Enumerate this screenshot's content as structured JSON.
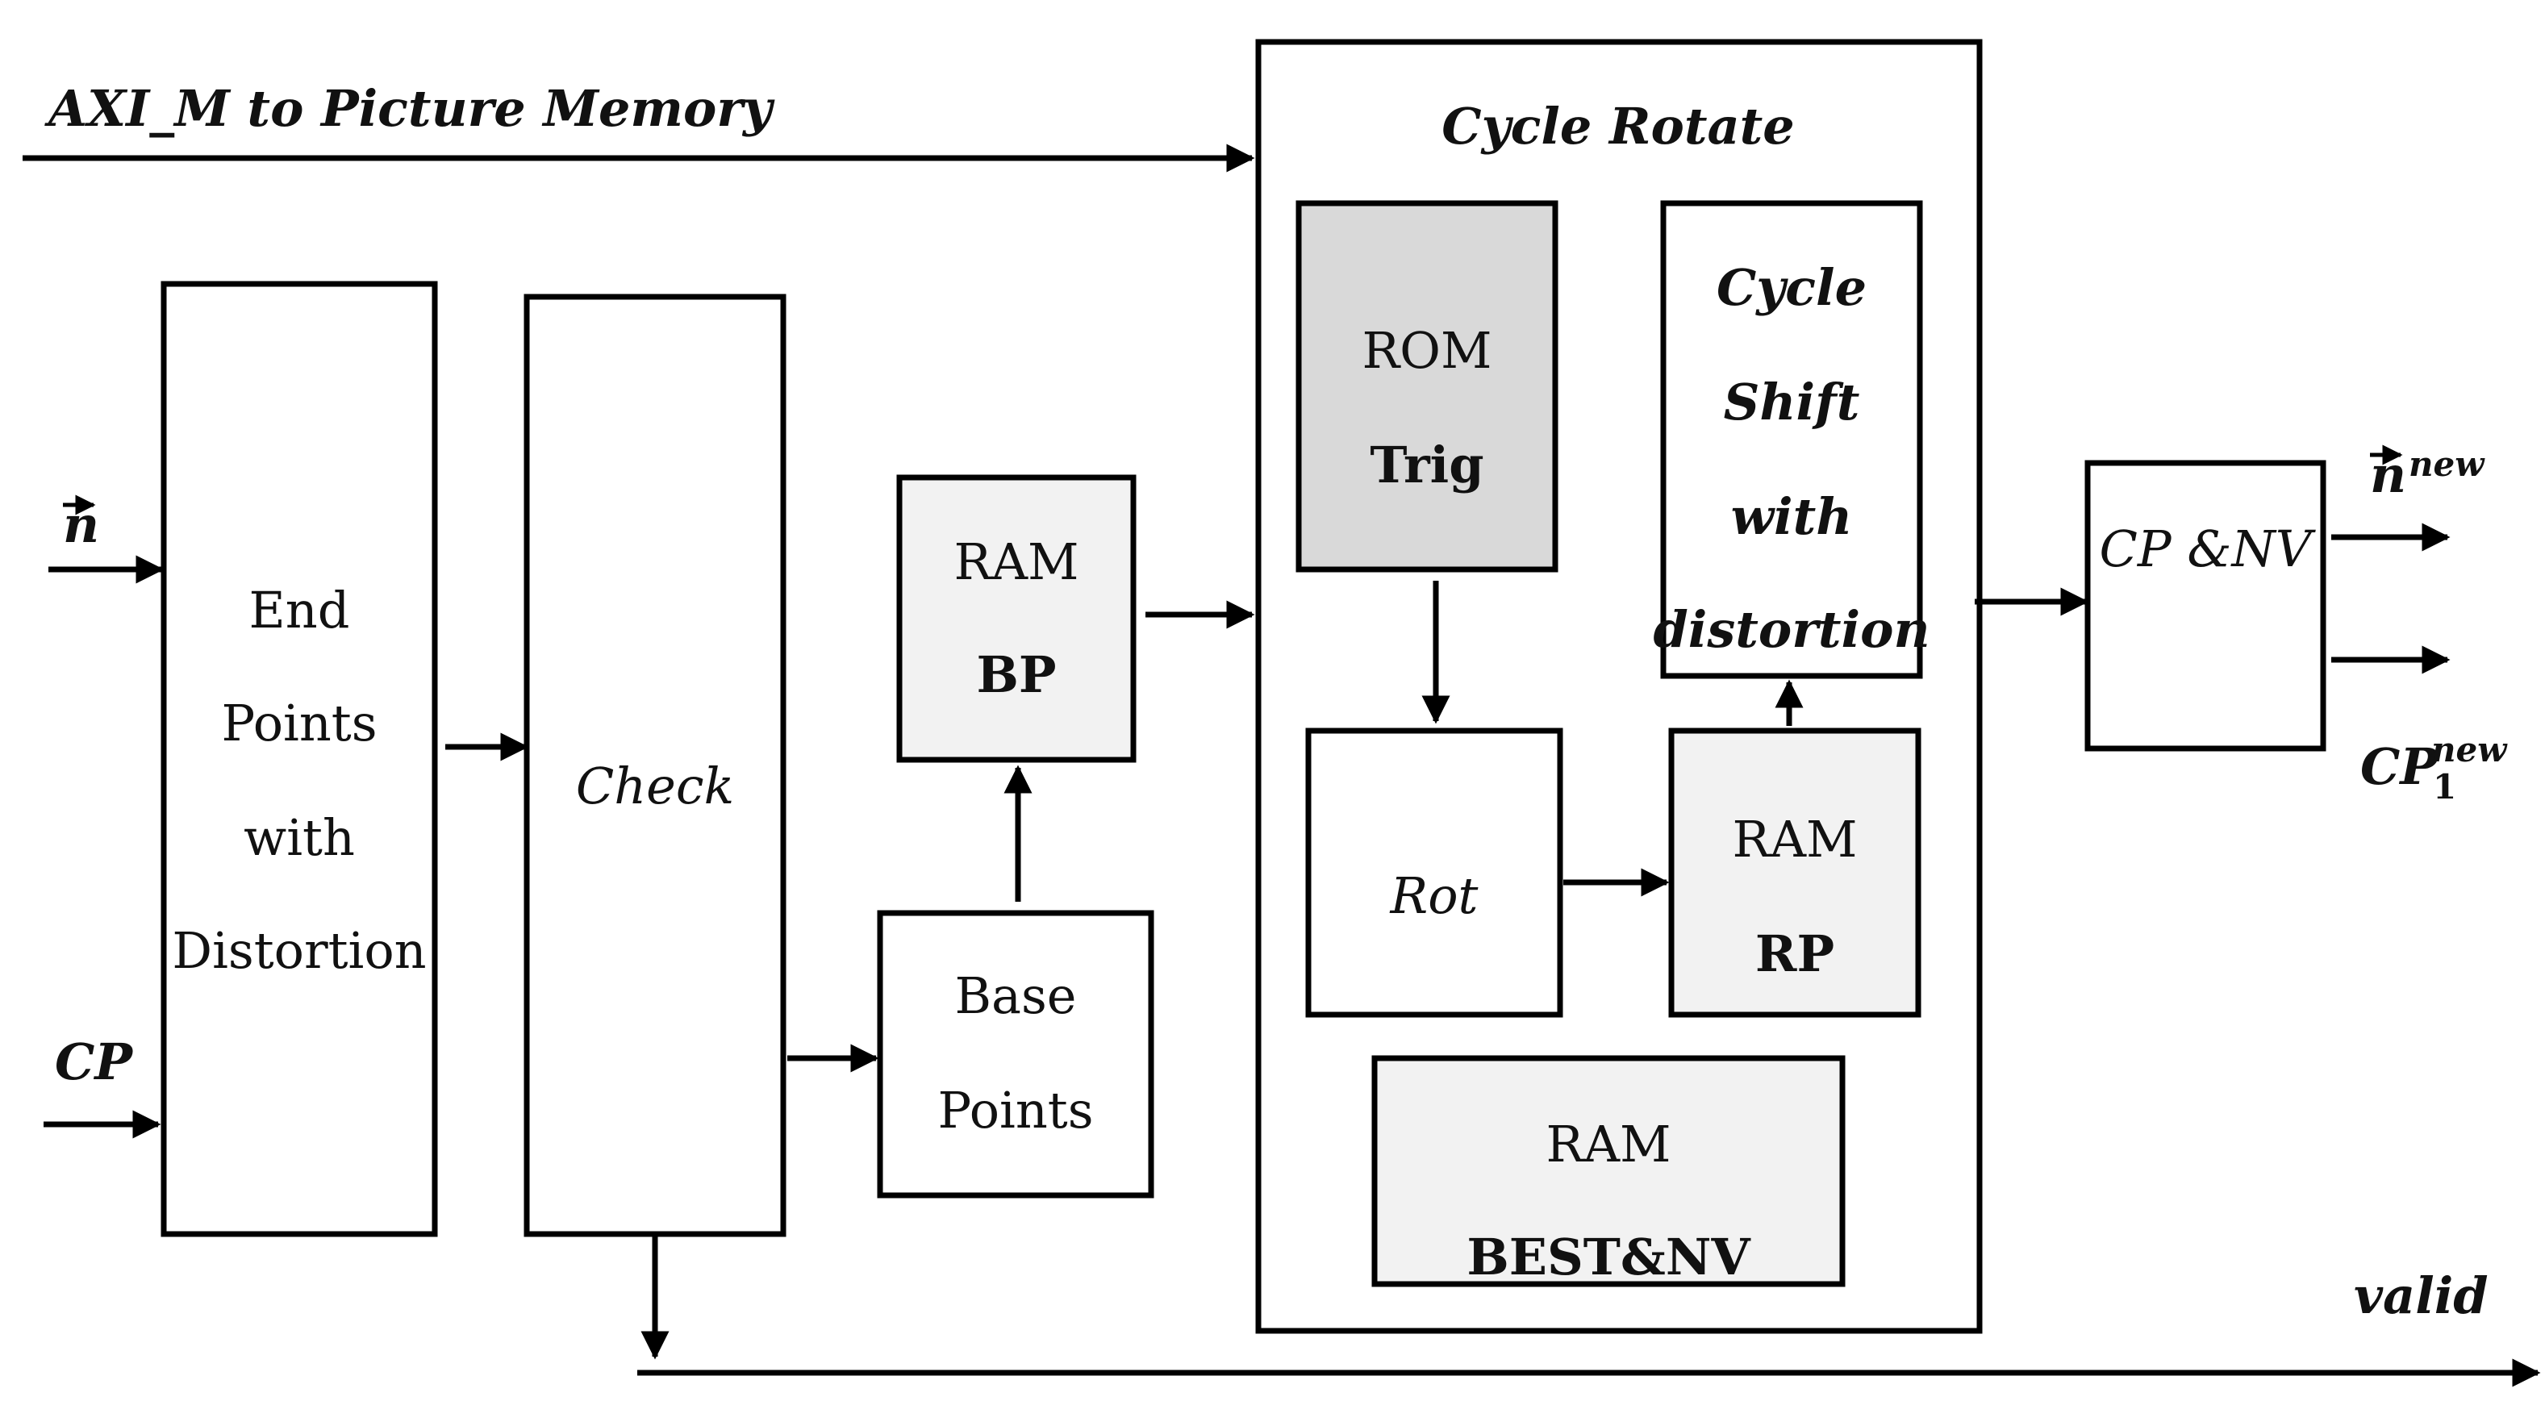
{
  "inputs": {
    "axi_label": "AXI_M to Picture Memory",
    "n_label": "n",
    "cp_label": "CP"
  },
  "blocks": {
    "end_points": [
      "End",
      "Points",
      "with",
      "Distortion"
    ],
    "check": "Check",
    "ram_bp": [
      "RAM",
      "BP"
    ],
    "base_points": [
      "Base",
      "Points"
    ],
    "cycle_rotate_title": "Cycle Rotate",
    "rom_trig": [
      "ROM",
      "Trig"
    ],
    "cycle_shift": [
      "Cycle",
      "Shift",
      "with",
      "distortion"
    ],
    "rot": "Rot",
    "ram_rp": [
      "RAM",
      "RP"
    ],
    "ram_best": [
      "RAM",
      "BEST&NV"
    ],
    "cp_nv": "CP &NV"
  },
  "outputs": {
    "n_new_base": "n",
    "n_new_sup": "new",
    "cp_new_base": "CP",
    "cp_new_sub": "1",
    "cp_new_sup": "new",
    "valid_label": "valid"
  },
  "colors": {
    "gray_fill": "#d9d9d9",
    "light_fill": "#f2f2f2",
    "stroke": "#000000"
  }
}
